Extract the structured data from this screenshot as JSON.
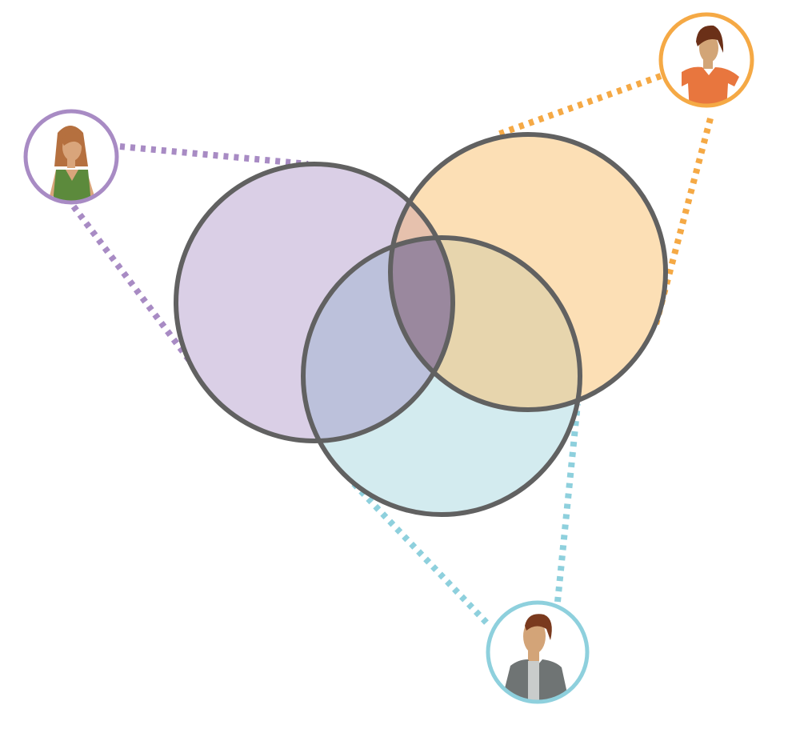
{
  "diagram": {
    "type": "venn",
    "sets": [
      {
        "id": "purple",
        "fill": "#dacfe6"
      },
      {
        "id": "orange",
        "fill": "#fcdfb5"
      },
      {
        "id": "blue",
        "fill": "#d3ebef"
      }
    ],
    "overlaps": {
      "purple_blue": "#bcc1db",
      "purple_orange": "#e6c1ad",
      "orange_blue": "#e7d5ad",
      "center": "#9a889e"
    },
    "outline_color": "#616161",
    "people": [
      {
        "id": "woman",
        "ring_color": "#a88bc4",
        "links_to": "purple",
        "icon": "woman-green-top-icon",
        "shirt_color": "#5c8a3c",
        "hair_color": "#b5703f",
        "skin_color": "#d9a57b"
      },
      {
        "id": "man-orange",
        "ring_color": "#f5a945",
        "links_to": "orange",
        "icon": "man-orange-shirt-icon",
        "shirt_color": "#e8763e",
        "hair_color": "#6b3018",
        "skin_color": "#d2a577"
      },
      {
        "id": "man-grey",
        "ring_color": "#8ed0dd",
        "links_to": "blue",
        "icon": "man-grey-jacket-icon",
        "shirt_color": "#6f7474",
        "hair_color": "#7a3a1e",
        "skin_color": "#d3a478"
      }
    ]
  }
}
